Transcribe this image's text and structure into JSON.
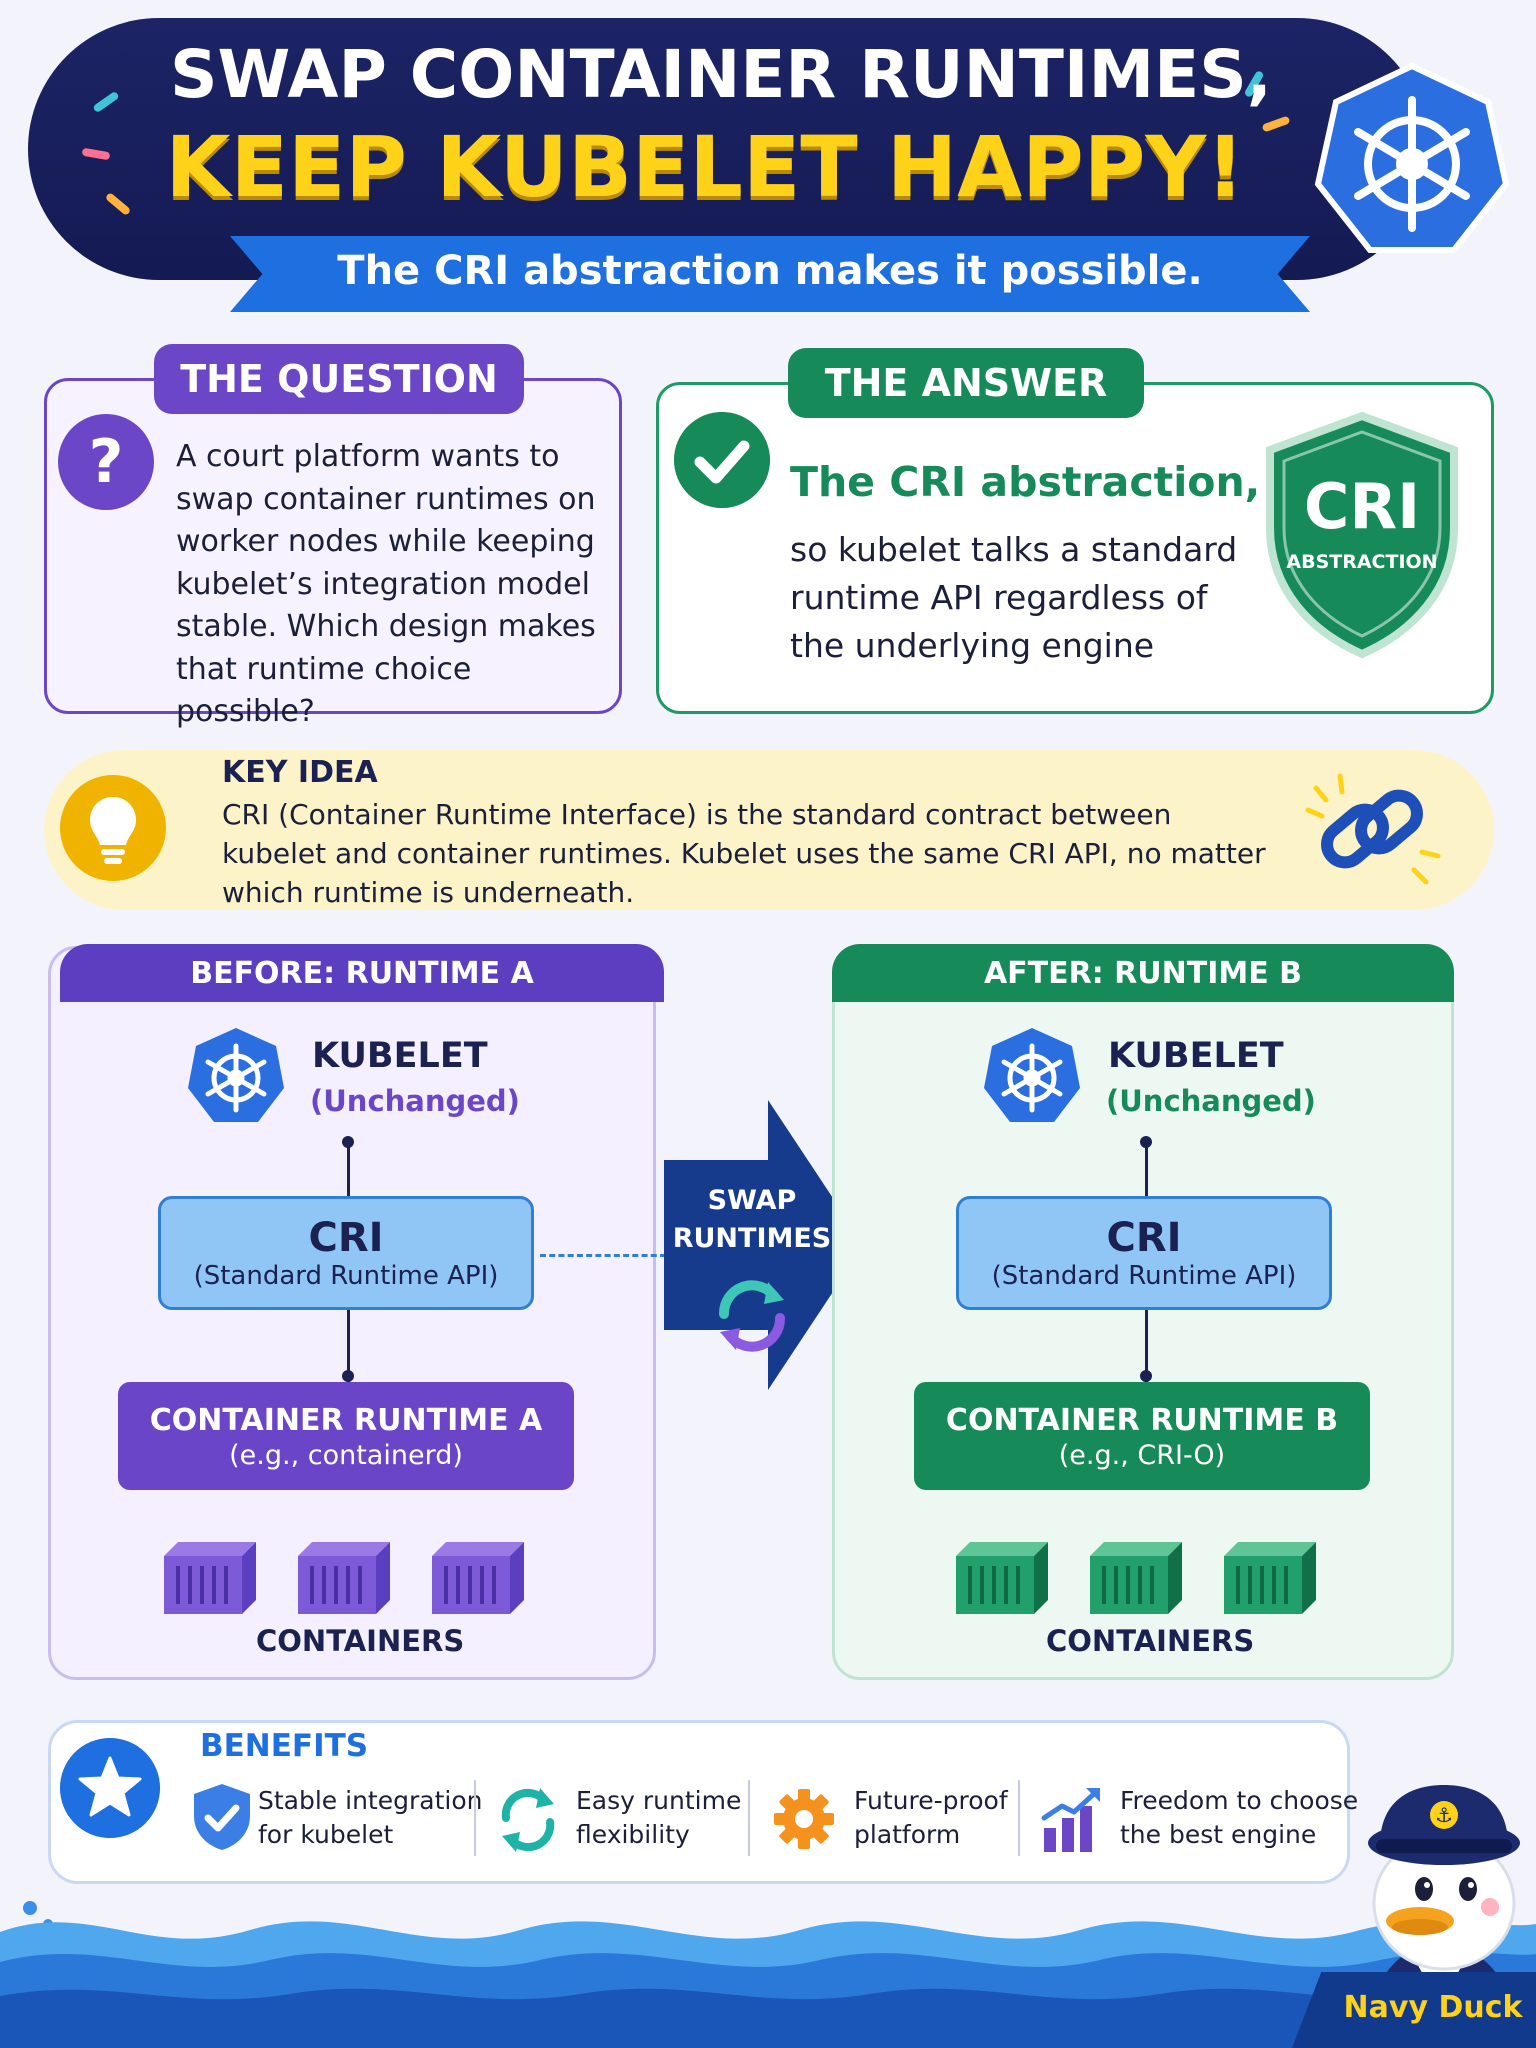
{
  "header": {
    "title_line1": "SWAP CONTAINER RUNTIMES,",
    "title_line2": "KEEP KUBELET HAPPY!",
    "subtitle": "The CRI abstraction makes it possible."
  },
  "question": {
    "label": "THE QUESTION",
    "badge": "?",
    "text": "A court platform wants to swap container runtimes on worker nodes while keeping kubelet’s integration model stable. Which design makes that runtime choice possible?"
  },
  "answer": {
    "label": "THE ANSWER",
    "headline": "The CRI abstraction,",
    "text": "so kubelet talks a standard runtime API regardless of the underlying engine",
    "shield_title": "CRI",
    "shield_sub": "ABSTRACTION"
  },
  "key_idea": {
    "title": "KEY IDEA",
    "text": "CRI (Container Runtime Interface) is the standard contract between kubelet and container runtimes. Kubelet uses the same CRI API, no matter which runtime is underneath."
  },
  "before": {
    "header": "BEFORE: RUNTIME A",
    "kubelet": "KUBELET",
    "kubelet_note": "(Unchanged)",
    "cri_title": "CRI",
    "cri_sub": "(Standard Runtime API)",
    "runtime_title": "CONTAINER RUNTIME A",
    "runtime_sub": "(e.g., containerd)",
    "containers": "CONTAINERS"
  },
  "after": {
    "header": "AFTER: RUNTIME B",
    "kubelet": "KUBELET",
    "kubelet_note": "(Unchanged)",
    "cri_title": "CRI",
    "cri_sub": "(Standard Runtime API)",
    "runtime_title": "CONTAINER RUNTIME B",
    "runtime_sub": "(e.g., CRI-O)",
    "containers": "CONTAINERS"
  },
  "swap": {
    "line1": "SWAP",
    "line2": "RUNTIMES"
  },
  "benefits": {
    "title": "BENEFITS",
    "items": [
      {
        "line1": "Stable integration",
        "line2": "for kubelet",
        "icon": "shield-check-icon"
      },
      {
        "line1": "Easy runtime",
        "line2": "flexibility",
        "icon": "refresh-icon"
      },
      {
        "line1": "Future-proof",
        "line2": "platform",
        "icon": "gear-icon"
      },
      {
        "line1": "Freedom to choose",
        "line2": "the best engine",
        "icon": "growth-chart-icon"
      }
    ]
  },
  "footer": {
    "signature": "Navy Duck"
  },
  "colors": {
    "navy": "#1c2466",
    "yellow": "#ffd21a",
    "blue": "#1e6fe0",
    "purple": "#5b3fc0",
    "green": "#178a59"
  }
}
